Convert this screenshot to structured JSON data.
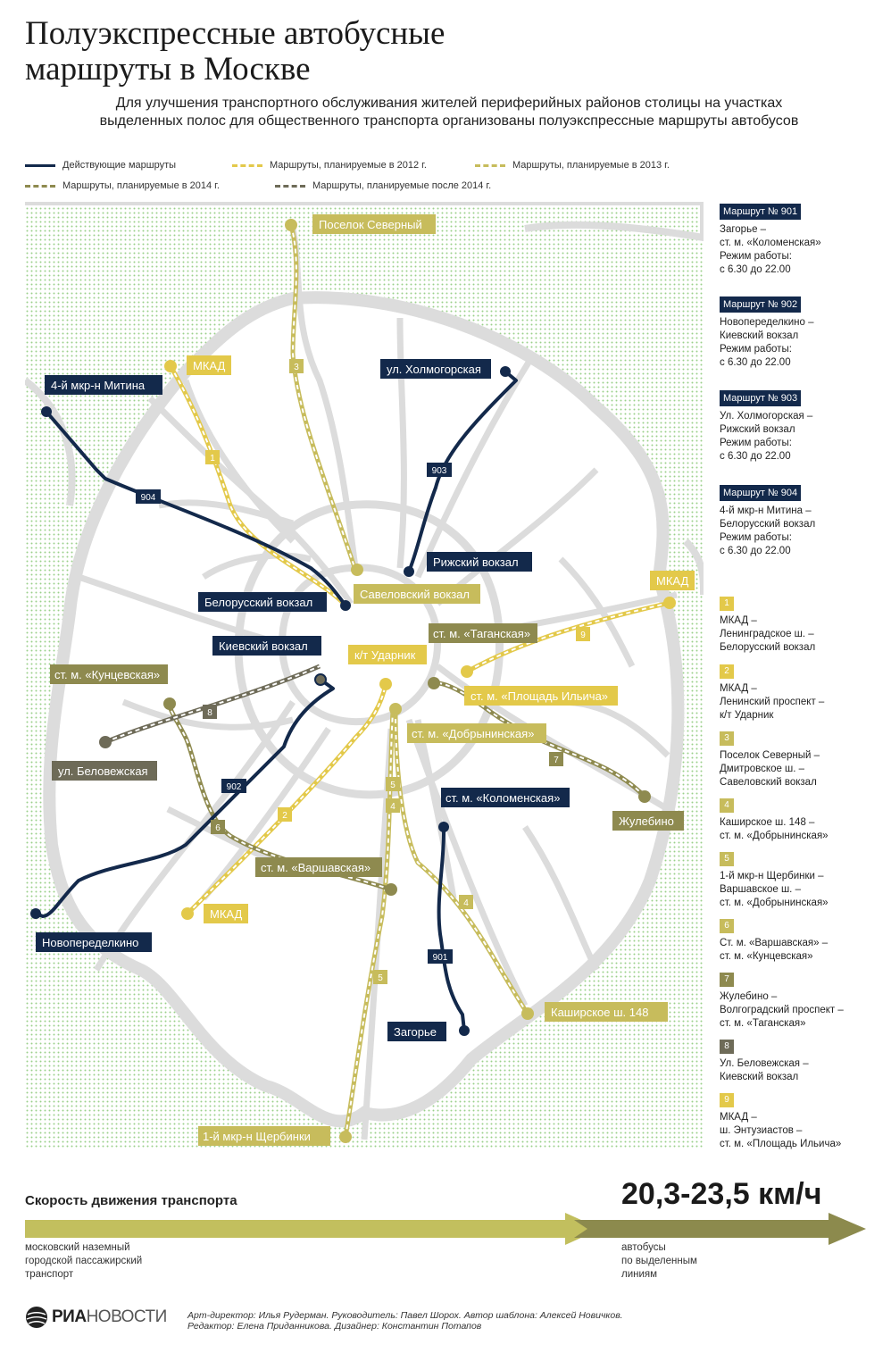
{
  "header": {
    "title_line1": "Полуэкспрессные автобусные",
    "title_line2": "маршруты в Москве",
    "subtitle_line1": "Для улучшения транспортного обслуживания жителей периферийных районов столицы на участках",
    "subtitle_line2": "выделенных полос для общественного транспорта организованы полуэкспрессные маршруты автобусов"
  },
  "legend": {
    "active": "Действующие маршруты",
    "p2012": "Маршруты, планируемые в 2012 г.",
    "p2013": "Маршруты, планируемые в 2013 г.",
    "p2014": "Маршруты, планируемые в 2014 г.",
    "pafter": "Маршруты, планируемые после 2014 г."
  },
  "colors": {
    "active": "#13294b",
    "p2012": "#e3c94a",
    "p2013": "#c7bc5c",
    "p2014": "#8e8a4f",
    "pafter": "#6e6b58",
    "roads": "#d9d9d9",
    "green": "#9bd08a",
    "speed_left": "#c2bf5e",
    "speed_right": "#8c8a4d"
  },
  "map_labels": {
    "severny": "Поселок Северный",
    "mkad_nw": "МКАД",
    "mitino": "4-й мкр-н Митина",
    "kholmogorskaya": "ул. Холмогорская",
    "rizhsky": "Рижский вокзал",
    "savelovsky": "Савеловский вокзал",
    "belorussky": "Белорусский вокзал",
    "mkad_e": "МКАД",
    "kievsky": "Киевский вокзал",
    "udarnik": "к/т Ударник",
    "taganskaya": "ст. м. «Таганская»",
    "kuntsevskaya": "ст. м. «Кунцевская»",
    "ilyicha": "ст. м. «Площадь Ильича»",
    "dobryninskaya": "ст. м. «Добрынинская»",
    "belovezhskaya": "ул. Беловежская",
    "kolomenskaya": "ст. м. «Коломенская»",
    "zhulebino": "Жулебино",
    "varshavskaya": "ст. м. «Варшавская»",
    "mkad_sw": "МКАД",
    "novoperedelkino": "Новопеределкино",
    "kashirskoe": "Каширское ш. 148",
    "zagorye": "Загорье",
    "shcherbinka": "1-й мкр-н Щербинки"
  },
  "route_numbers": {
    "r901": "901",
    "r902": "902",
    "r903": "903",
    "r904": "904",
    "p1": "1",
    "p2": "2",
    "p3": "3",
    "p4a": "4",
    "p4b": "4",
    "p5a": "5",
    "p5b": "5",
    "p6": "6",
    "p7": "7",
    "p8": "8",
    "p9": "9"
  },
  "active_routes": [
    {
      "head": "Маршрут № 901",
      "lines": [
        "Загорье –",
        "ст. м. «Коломенская»",
        "Режим работы:",
        "с 6.30 до 22.00"
      ]
    },
    {
      "head": "Маршрут № 902",
      "lines": [
        "Новопеределкино –",
        "Киевский вокзал",
        "Режим работы:",
        "с 6.30 до 22.00"
      ]
    },
    {
      "head": "Маршрут № 903",
      "lines": [
        "Ул. Холмогорская –",
        "Рижский вокзал",
        "Режим работы:",
        "с 6.30 до 22.00"
      ]
    },
    {
      "head": "Маршрут № 904",
      "lines": [
        "4-й мкр-н Митина –",
        "Белорусский вокзал",
        "Режим работы:",
        "с 6.30 до 22.00"
      ]
    }
  ],
  "planned_routes": [
    {
      "num": "1",
      "year": "p2012",
      "lines": [
        "МКАД –",
        "Ленинградское ш. –",
        "Белорусский вокзал"
      ]
    },
    {
      "num": "2",
      "year": "p2012",
      "lines": [
        "МКАД –",
        "Ленинский проспект –",
        "к/т Ударник"
      ]
    },
    {
      "num": "3",
      "year": "p2013",
      "lines": [
        "Поселок Северный –",
        "Дмитровское ш. –",
        "Савеловский вокзал"
      ]
    },
    {
      "num": "4",
      "year": "p2013",
      "lines": [
        "Каширское ш. 148 –",
        "ст. м. «Добрынинская»"
      ]
    },
    {
      "num": "5",
      "year": "p2013",
      "lines": [
        "1-й мкр-н Щербинки –",
        "Варшавское ш. –",
        "ст. м. «Добрынинская»"
      ]
    },
    {
      "num": "6",
      "year": "p2013",
      "lines": [
        "Ст. м. «Варшавская» –",
        "ст. м. «Кунцевская»"
      ]
    },
    {
      "num": "7",
      "year": "p2014",
      "lines": [
        "Жулебино –",
        "Волгоградский проспект –",
        "ст. м. «Таганская»"
      ]
    },
    {
      "num": "8",
      "year": "pafter",
      "lines": [
        "Ул. Беловежская –",
        "Киевский вокзал"
      ]
    },
    {
      "num": "9",
      "year": "p2012",
      "lines": [
        "МКАД –",
        "ш. Энтузиастов –",
        "ст. м. «Площадь Ильича»"
      ]
    }
  ],
  "speed": {
    "title": "Скорость движения транспорта",
    "value": "20,3-23,5 км/ч",
    "left_label": [
      "московский наземный",
      "городской пассажирский",
      "транспорт"
    ],
    "right_label": [
      "автобусы",
      "по выделенным",
      "линиям"
    ]
  },
  "footer": {
    "logo_bold": "РИА",
    "logo_thin": "НОВОСТИ",
    "credits_line1": "Арт-директор: Илья Рудерман. Руководитель: Павел Шорох. Автор шаблона: Алексей Новичков.",
    "credits_line2": "Редактор: Елена Приданникова. Дизайнер: Константин Потапов"
  }
}
